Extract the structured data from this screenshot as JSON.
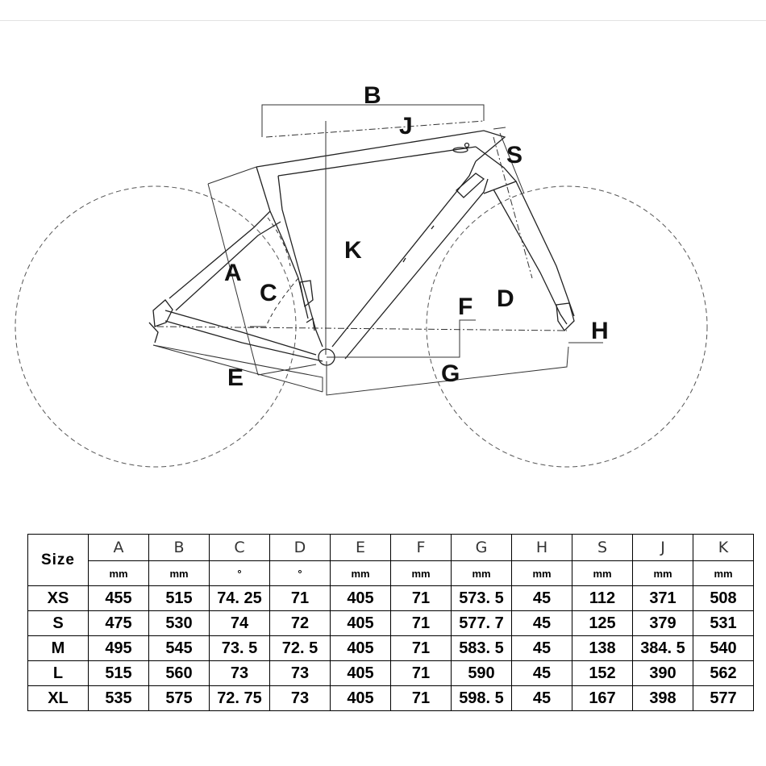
{
  "diagram": {
    "labels": {
      "A": "A",
      "B": "B",
      "C": "C",
      "D": "D",
      "E": "E",
      "F": "F",
      "G": "G",
      "H": "H",
      "J": "J",
      "K": "K",
      "S": "S"
    }
  },
  "table": {
    "size_header": "Size",
    "columns": [
      {
        "letter": "A",
        "unit": "mm"
      },
      {
        "letter": "B",
        "unit": "mm"
      },
      {
        "letter": "C",
        "unit": "°"
      },
      {
        "letter": "D",
        "unit": "°"
      },
      {
        "letter": "E",
        "unit": "mm"
      },
      {
        "letter": "F",
        "unit": "mm"
      },
      {
        "letter": "G",
        "unit": "mm"
      },
      {
        "letter": "H",
        "unit": "mm"
      },
      {
        "letter": "S",
        "unit": "mm"
      },
      {
        "letter": "J",
        "unit": "mm"
      },
      {
        "letter": "K",
        "unit": "mm"
      }
    ],
    "rows": [
      {
        "size": "XS",
        "values": [
          "455",
          "515",
          "74. 25",
          "71",
          "405",
          "71",
          "573. 5",
          "45",
          "112",
          "371",
          "508"
        ]
      },
      {
        "size": "S",
        "values": [
          "475",
          "530",
          "74",
          "72",
          "405",
          "71",
          "577. 7",
          "45",
          "125",
          "379",
          "531"
        ]
      },
      {
        "size": "M",
        "values": [
          "495",
          "545",
          "73. 5",
          "72. 5",
          "405",
          "71",
          "583. 5",
          "45",
          "138",
          "384. 5",
          "540"
        ]
      },
      {
        "size": "L",
        "values": [
          "515",
          "560",
          "73",
          "73",
          "405",
          "71",
          "590",
          "45",
          "152",
          "390",
          "562"
        ]
      },
      {
        "size": "XL",
        "values": [
          "535",
          "575",
          "72. 75",
          "73",
          "405",
          "71",
          "598. 5",
          "45",
          "167",
          "398",
          "577"
        ]
      }
    ]
  }
}
